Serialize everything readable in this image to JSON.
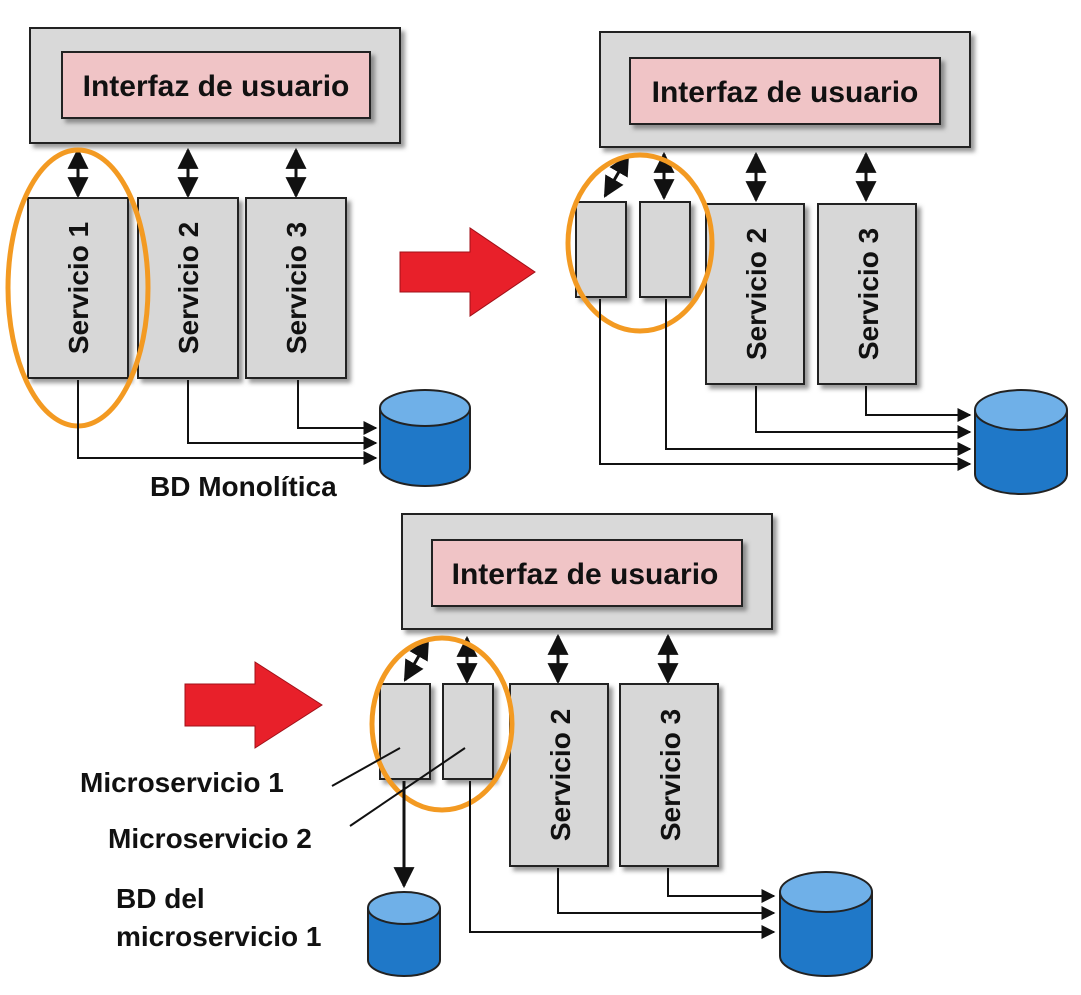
{
  "ui_label": "Interfaz de usuario",
  "services": {
    "s1": "Servicio 1",
    "s2": "Servicio 2",
    "s3": "Servicio 3"
  },
  "labels": {
    "monolithic_db": "BD Monolítica",
    "microservice_1": "Microservicio 1",
    "microservice_2": "Microservicio 2",
    "micro_db_line1": "BD del",
    "micro_db_line2": "microservicio 1"
  },
  "colors": {
    "ui_outer": "#d9d9d9",
    "ui_inner": "#f0c4c6",
    "service_box": "#d7d7d7",
    "database": "#1f78c8",
    "database_top": "#6fb0e8",
    "highlight_ellipse": "#f39a22",
    "transition_arrow": "#e8202a"
  }
}
